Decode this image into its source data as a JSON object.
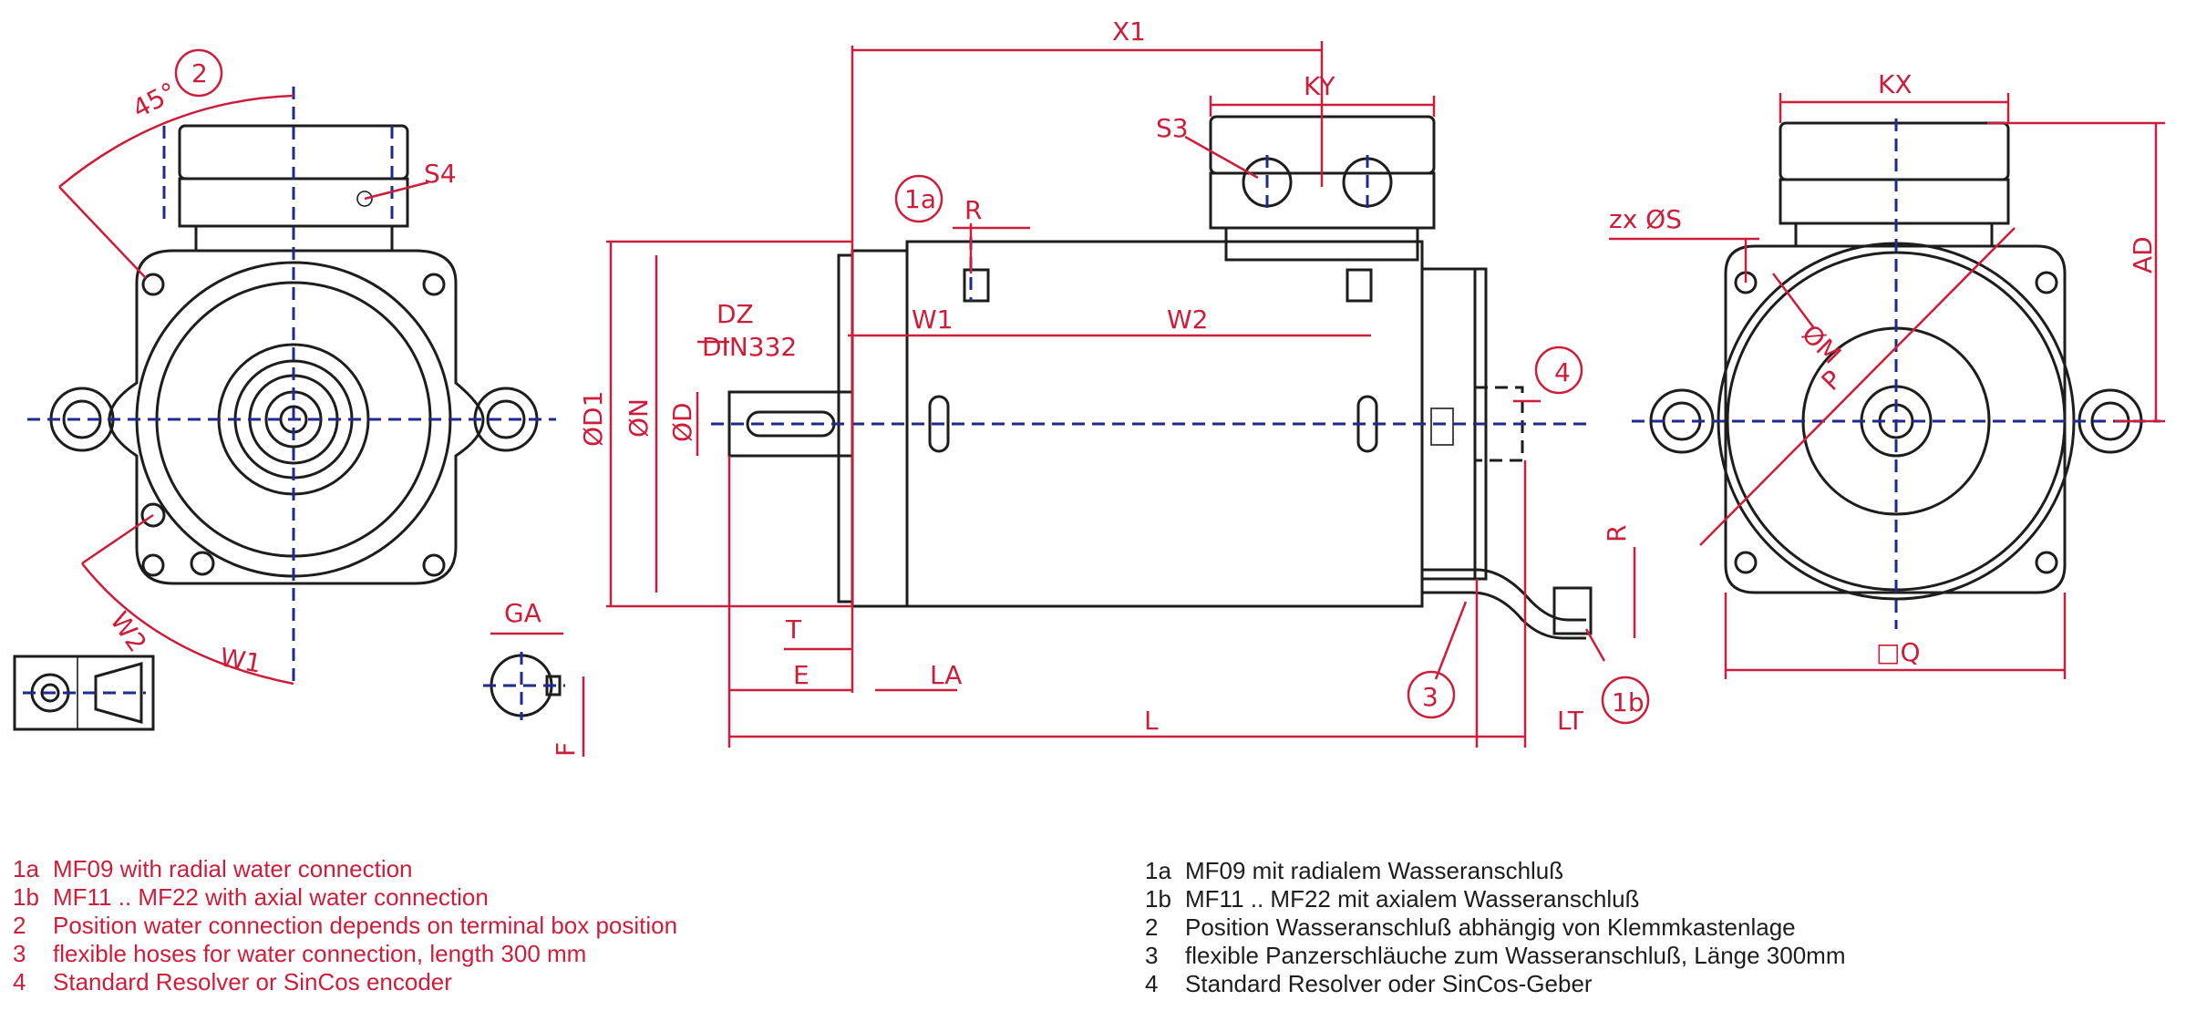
{
  "labels": {
    "x1": "X1",
    "ky": "KY",
    "kx": "KX",
    "s3": "S3",
    "s4": "S4",
    "one_a": "1a",
    "one_b": "1b",
    "two": "2",
    "three": "3",
    "four": "4",
    "r_top": "R",
    "r_right": "R",
    "w1_side": "W1",
    "w2_side": "W2",
    "w1_front": "W1",
    "w2_front": "W2",
    "angle": "45°",
    "dz": "DZ",
    "din": "DIN332",
    "d1": "ØD1",
    "n": "ØN",
    "d": "ØD",
    "ga": "GA",
    "f": "F",
    "t": "T",
    "e": "E",
    "la": "LA",
    "l": "L",
    "lt": "LT",
    "zxs": "zx ØS",
    "m": "ØM",
    "p": "P",
    "ad": "AD",
    "q": "□Q"
  },
  "legend_en": [
    {
      "num": "1a",
      "text": "MF09 with radial water connection"
    },
    {
      "num": "1b",
      "text": "MF11 .. MF22 with axial water connection"
    },
    {
      "num": "2",
      "text": "Position water connection depends on terminal box position"
    },
    {
      "num": "3",
      "text": "flexible hoses for water connection, length 300 mm"
    },
    {
      "num": "4",
      "text": "Standard Resolver or SinCos encoder"
    }
  ],
  "legend_de": [
    {
      "num": "1a",
      "text": "MF09 mit radialem Wasseranschluß"
    },
    {
      "num": "1b",
      "text": "MF11 .. MF22 mit axialem Wasseranschluß"
    },
    {
      "num": "2",
      "text": "Position Wasseranschluß  abhängig von Klemmkastenlage"
    },
    {
      "num": "3",
      "text": "flexible Panzerschläuche zum Wasseranschluß, Länge 300mm"
    },
    {
      "num": "4",
      "text": "Standard Resolver oder SinCos-Geber"
    }
  ],
  "colors": {
    "dimension": "#cc1e3a",
    "outline": "#1d1d1b",
    "axis": "#1f2a8c"
  }
}
